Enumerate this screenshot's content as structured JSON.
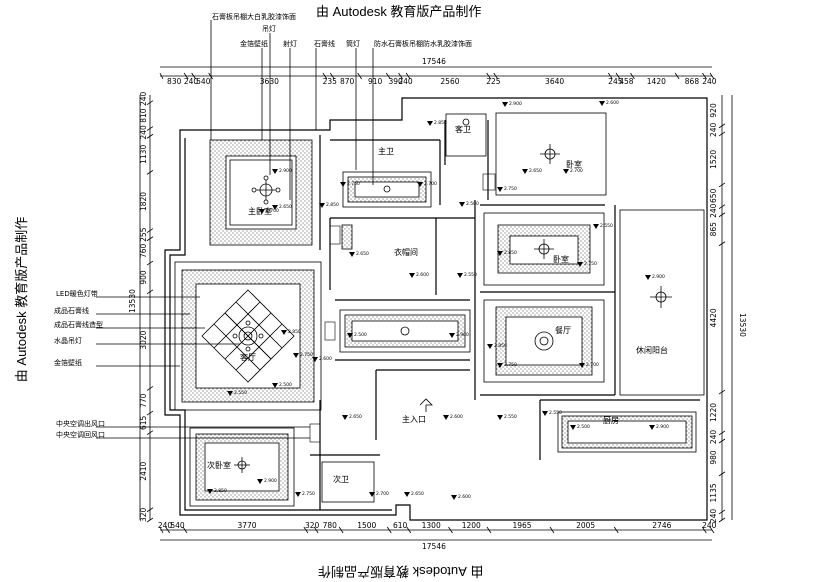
{
  "watermark": "由 Autodesk 教育版产品制作",
  "top_dims": {
    "total": "17546",
    "segments": [
      "830",
      "240",
      "540",
      "3630",
      "235",
      "870",
      "910",
      "390",
      "240",
      "2560",
      "225",
      "3640",
      "245",
      "458",
      "1420",
      "868",
      "240"
    ]
  },
  "bottom_dims": {
    "total": "17546",
    "segments": [
      "240",
      "540",
      "3770",
      "320",
      "780",
      "1500",
      "610",
      "1300",
      "1200",
      "1965",
      "2005",
      "2746",
      "240"
    ]
  },
  "left_dims": {
    "total": "13530",
    "segments": [
      "240",
      "810",
      "240",
      "1130",
      "1820",
      "255",
      "760",
      "900",
      "3020",
      "770",
      "615",
      "2410",
      "320"
    ]
  },
  "right_dims": {
    "total": "13530",
    "segments": [
      "920",
      "240",
      "1520",
      "650",
      "240",
      "865",
      "4420",
      "1220",
      "240",
      "980",
      "1135",
      "240"
    ]
  },
  "top_callouts": [
    "石膏板吊棚大白乳胶漆饰面",
    "吊灯",
    "金箔壁纸",
    "射灯",
    "石膏线",
    "筒灯",
    "防水石膏板吊棚防水乳胶漆饰面"
  ],
  "left_callouts": [
    "LED暖色灯带",
    "成品石膏线",
    "成品石膏线造型",
    "水晶吊灯",
    "金箔壁纸",
    "中央空调出风口",
    "中央空调回风口"
  ],
  "rooms": {
    "master_bedroom": "主卧室",
    "master_bath": "主卫",
    "guest_bath": "客卫",
    "bedroom_ne": "卧室",
    "bedroom_mid": "卧室",
    "closet": "衣帽间",
    "living": "客厅",
    "dining": "餐厅",
    "leisure_balcony": "休闲阳台",
    "entrance": "主入口",
    "kitchen": "厨房",
    "second_bedroom": "次卧室",
    "second_bath": "次卫"
  },
  "elevation_labels": [
    "2.900",
    "2.850",
    "2.750",
    "2.700",
    "2.650",
    "2.600",
    "2.550",
    "2.500"
  ]
}
